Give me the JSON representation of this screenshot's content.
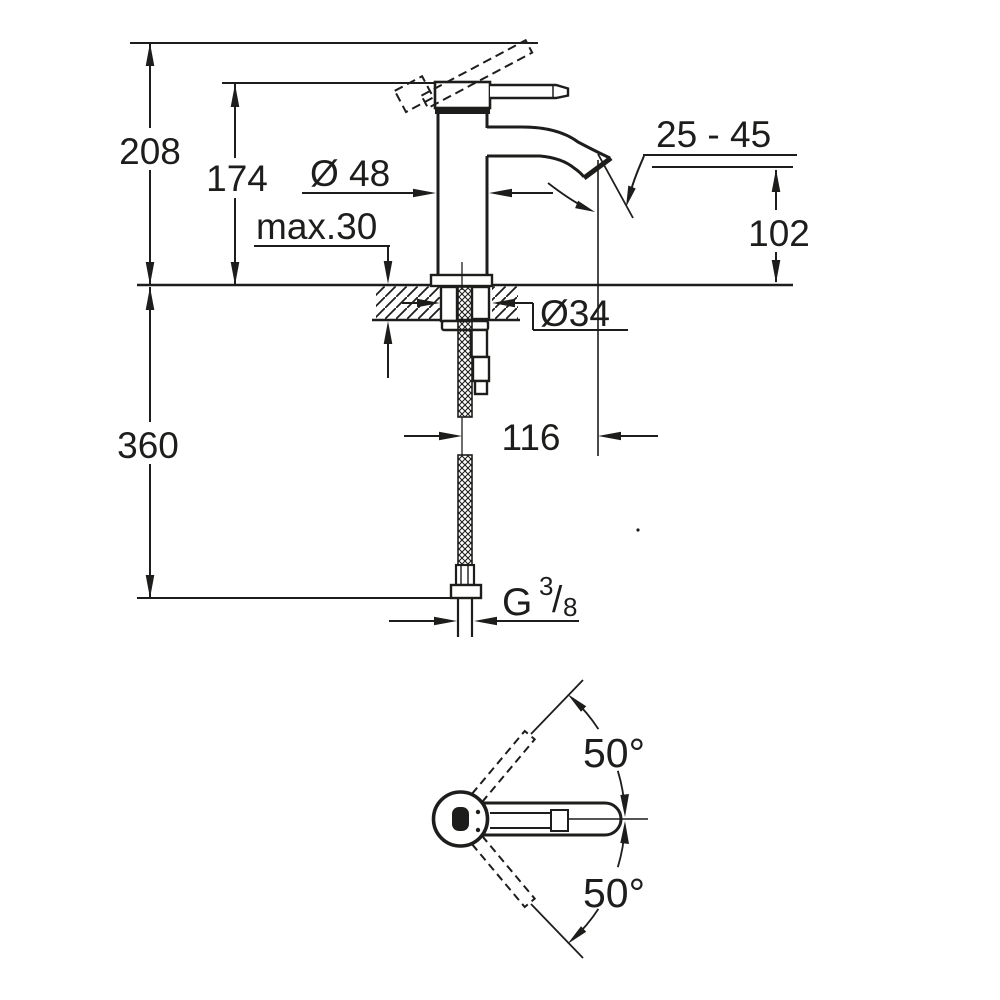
{
  "drawing": {
    "type": "technical-dimension-drawing",
    "subject": "single-lever basin mixer faucet, side section view and top view",
    "line_color": "#1d1d1b",
    "background_color": "#ffffff"
  },
  "side_view": {
    "dim_total_height": "208",
    "dim_body_height": "174",
    "dim_hose_length": "360",
    "dim_body_diameter": "Ø 48",
    "dim_max_deck_thickness": "max.30",
    "dim_aerator_range": "25 - 45",
    "dim_spout_height": "102",
    "dim_hole_diameter": "Ø34",
    "dim_spout_projection": "116",
    "thread": {
      "g": "G",
      "numerator": "3",
      "slash": "/",
      "denominator": "8"
    }
  },
  "top_view": {
    "dim_handle_swivel_up": "50°",
    "dim_handle_swivel_down": "50°"
  }
}
